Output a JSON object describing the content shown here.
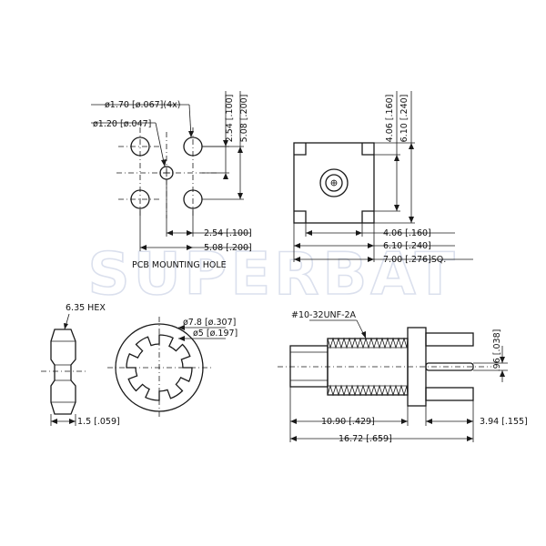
{
  "watermark": "SUPERBAT",
  "pcb": {
    "title": "PCB MOUNTING HOLE",
    "hole_large": "ø1.70 [ø.067](4x)",
    "hole_small": "ø1.20 [ø.047]",
    "v_254": "2.54 [.100]",
    "v_508": "5.08 [.200]",
    "h_254": "2.54 [.100]",
    "h_508": "5.08 [.200]"
  },
  "top_view": {
    "v_406": "4.06 [.160]",
    "v_610": "6.10 [.240]",
    "h_406": "4.06 [.160]",
    "h_610": "6.10 [.240]",
    "h_700": "7.00 [.276]SQ."
  },
  "nut": {
    "hex": "6.35 HEX",
    "thickness": "1.5 [.059]"
  },
  "washer": {
    "outer": "ø7.8 [ø.307]",
    "inner": "ø5 [ø.197]"
  },
  "side_view": {
    "thread": "#10-32UNF-2A",
    "pin_dia": ".96 [.038]",
    "len_1090": "10.90 [.429]",
    "len_394": "3.94 [.155]",
    "len_1672": "16.72 [.659]"
  }
}
